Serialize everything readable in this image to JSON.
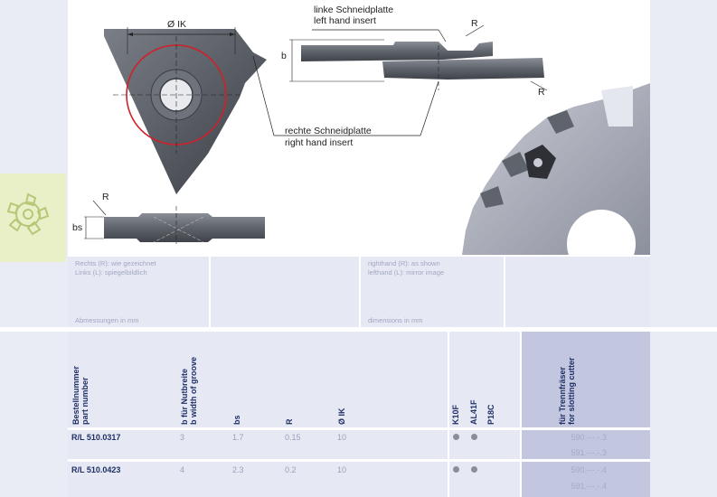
{
  "drawing": {
    "dia_label": "Ø IK",
    "b_label": "b",
    "bs_label": "bs",
    "r_label": "R",
    "left_insert_de": "linke Schneidplatte",
    "left_insert_en": "left hand insert",
    "right_insert_de": "rechte Schneidplatte",
    "right_insert_en": "right hand insert"
  },
  "notes": {
    "de_line1": "Rechts (R): wie gezeichnet",
    "de_line2": "Links (L): spiegelbildlich",
    "de_dims": "Abmessungen in mm",
    "en_line1": "righthand (R): as shown",
    "en_line2": "lefthand (L): mirror image",
    "en_dims": "dimensions in mm"
  },
  "table": {
    "headers": {
      "part": "Bestellnummer\npart number",
      "b": "b für Nutbreite\nb width of groove",
      "bs": "bs",
      "r": "R",
      "ik": "Ø IK",
      "k10f": "K10F",
      "al41f": "AL41F",
      "p18c": "P18C",
      "cutter": "für Trennfräser\nfor slotting cutter"
    },
    "rows": [
      {
        "part": "R/L 510.0317",
        "b": "3",
        "bs": "1.7",
        "r": "0.15",
        "ik": "10",
        "cutter1": "590.---.-.3",
        "cutter2": "591.---.-.3"
      },
      {
        "part": "R/L 510.0423",
        "b": "4",
        "bs": "2.3",
        "r": "0.2",
        "ik": "10",
        "cutter1": "590.---.-.4",
        "cutter2": "591.---.-.4"
      }
    ]
  },
  "colors": {
    "band": "#e9ebf5",
    "header": "#c2c7df",
    "accent_text": "#1f2f66",
    "logo_bg": "#e9f0c8",
    "logo": "#b6c878",
    "circle": "#d0202a"
  }
}
